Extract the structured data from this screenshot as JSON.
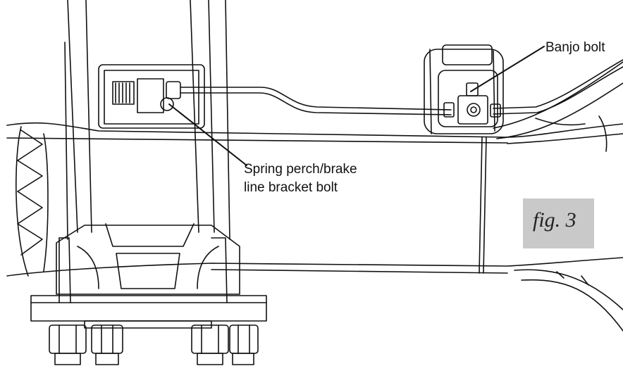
{
  "callouts": {
    "banjo_bolt": "Banjo bolt",
    "spring_perch_line1": "Spring perch/brake",
    "spring_perch_line2": "line bracket bolt"
  },
  "figure_label": "fig. 3",
  "colors": {
    "line": "#111111",
    "paper": "#ffffff",
    "tag_bg": "#c9c9c9"
  }
}
